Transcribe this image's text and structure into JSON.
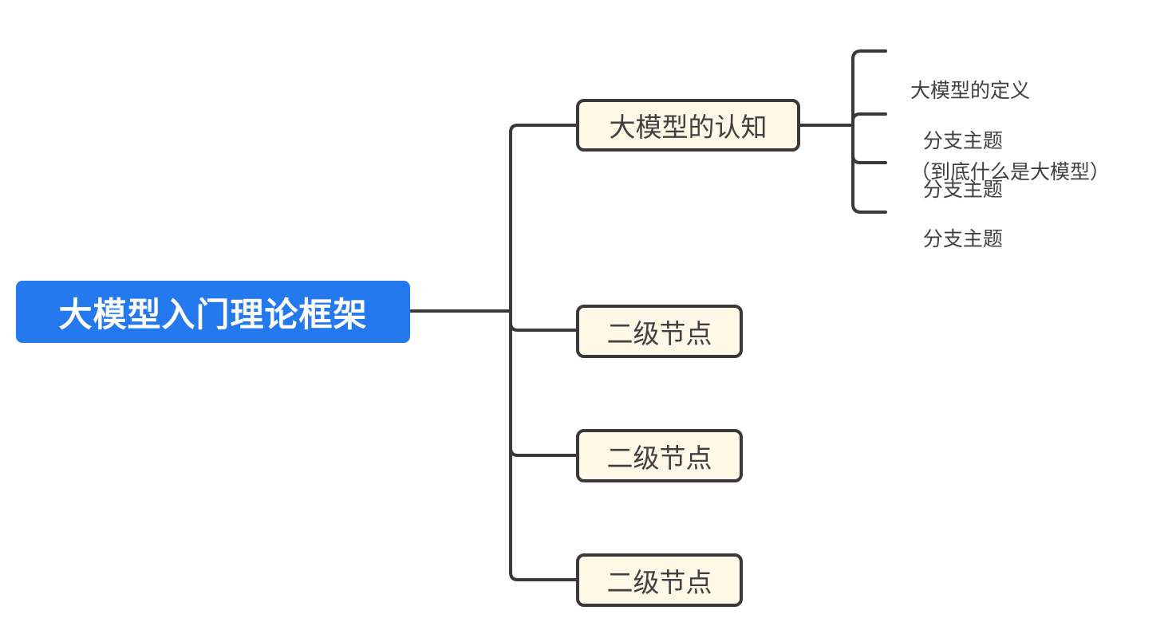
{
  "mindmap": {
    "root": {
      "label": "大模型入门理论框架",
      "color": "#2579ee"
    },
    "branches": [
      {
        "label": "大模型的认知",
        "children": [
          {
            "line1": "大模型的定义",
            "line2": "（到底什么是大模型）"
          },
          {
            "line1": "分支主题"
          },
          {
            "line1": "分支主题"
          },
          {
            "line1": "分支主题"
          }
        ]
      },
      {
        "label": "二级节点",
        "children": []
      },
      {
        "label": "二级节点",
        "children": []
      },
      {
        "label": "二级节点",
        "children": []
      }
    ],
    "node_fill": "#fff8e6",
    "line_color": "#393939"
  }
}
